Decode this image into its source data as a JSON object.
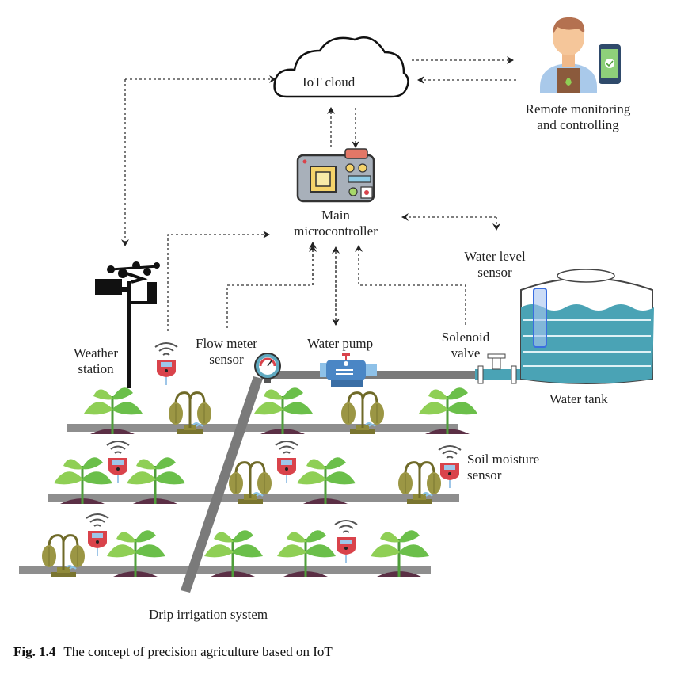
{
  "figure": {
    "caption_number": "Fig. 1.4",
    "caption_text": "The concept of precision agriculture based on IoT"
  },
  "nodes": {
    "iot_cloud": "IoT cloud",
    "remote_line1": "Remote monitoring",
    "remote_line2": "and controlling",
    "mcu_line1": "Main",
    "mcu_line2": "microcontroller",
    "water_level_line1": "Water level",
    "water_level_line2": "sensor",
    "weather_line1": "Weather",
    "weather_line2": "station",
    "flow_line1": "Flow meter",
    "flow_line2": "sensor",
    "pump": "Water pump",
    "solenoid_line1": "Solenoid",
    "solenoid_line2": "valve",
    "tank": "Water tank",
    "soil_line1": "Soil moisture",
    "soil_line2": "sensor",
    "drip": "Drip irrigation system"
  },
  "colors": {
    "pipe": "#7a7a7a",
    "water": "#4aa3b5",
    "healthy_leaf": "#7cc24a",
    "healthy_leaf_dark": "#5aab3c",
    "wilted_leaf": "#8f8a3a",
    "soil": "#5b2f45",
    "sensor_red": "#d9434b",
    "sensor_screen": "#9ec6e8",
    "mcu_body": "#a8b0ba",
    "chip": "#f5d36a",
    "pump_blue": "#4a86c5"
  },
  "connections": [
    {
      "from": "weather_station",
      "to": "iot_cloud",
      "direction": "bidirectional"
    },
    {
      "from": "iot_cloud",
      "to": "remote_monitoring",
      "direction": "bidirectional"
    },
    {
      "from": "iot_cloud",
      "to": "main_microcontroller",
      "direction": "bidirectional"
    },
    {
      "from": "soil_moisture_sensor",
      "to": "main_microcontroller",
      "direction": "bidirectional"
    },
    {
      "from": "flow_meter_sensor",
      "to": "main_microcontroller",
      "direction": "bidirectional"
    },
    {
      "from": "water_pump",
      "to": "main_microcontroller",
      "direction": "bidirectional"
    },
    {
      "from": "solenoid_valve",
      "to": "main_microcontroller",
      "direction": "bidirectional"
    },
    {
      "from": "water_level_sensor",
      "to": "main_microcontroller",
      "direction": "bidirectional"
    }
  ]
}
